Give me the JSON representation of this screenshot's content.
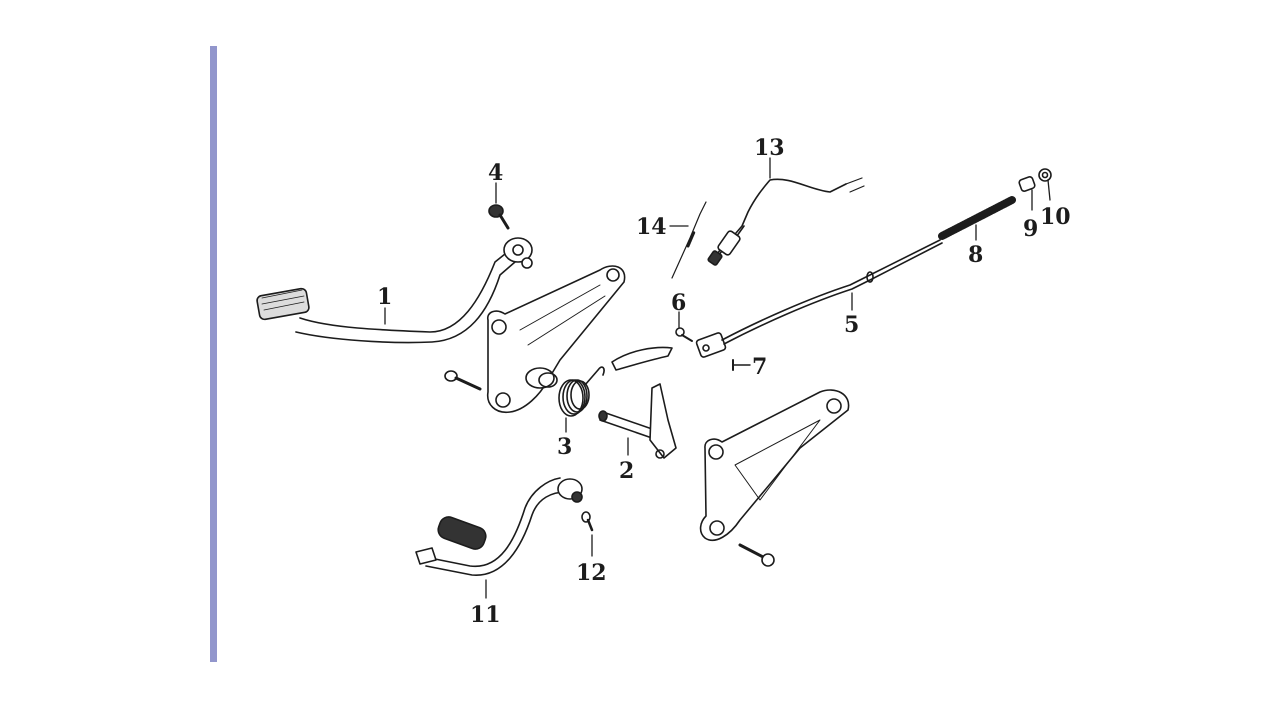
{
  "colors": {
    "accent_bar": "#9296cc",
    "ink": "#1c1c1c",
    "background": "#ffffff"
  },
  "callouts": {
    "c1": "1",
    "c2": "2",
    "c3": "3",
    "c4": "4",
    "c5": "5",
    "c6": "6",
    "c7": "7",
    "c8": "8",
    "c9": "9",
    "c10": "10",
    "c11": "11",
    "c12": "12",
    "c13": "13",
    "c14": "14"
  }
}
